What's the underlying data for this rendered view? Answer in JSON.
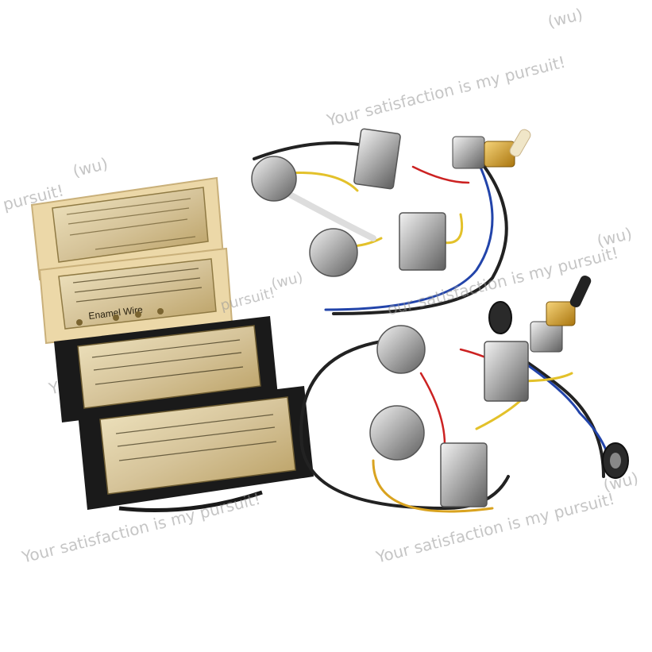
{
  "image": {
    "background": "#ffffff",
    "subject": "guitar pickups and wiring harness product photo"
  },
  "pickups": [
    {
      "text": "Enamel Wire"
    }
  ],
  "watermarks": [
    {
      "text": "Your satisfaction is my pursuit!"
    },
    {
      "text": "(wu)"
    },
    {
      "text": "pursuit!"
    },
    {
      "text": "(wu)"
    },
    {
      "text": "(wu)"
    },
    {
      "text": "pursuit!"
    },
    {
      "text": "our satisfaction is my pursuit!"
    },
    {
      "text": "(wu)"
    },
    {
      "text": "Your satisfaction is my pursuit!"
    },
    {
      "text": "Your satisfaction is my pursuit!"
    },
    {
      "text": "(wu)"
    },
    {
      "text": "Y"
    }
  ],
  "colors": {
    "cream_ring": "#ecd8a8",
    "black_ring": "#1a1a1a",
    "gold_cover": "#d6c49a",
    "chrome": "#b8b8b8",
    "wire_black": "#222222",
    "wire_yellow": "#e3c12a",
    "wire_blue": "#2244aa",
    "wire_red": "#cc2222",
    "gold_nut": "#d6a21e",
    "cream_tip": "#f0e6c8"
  }
}
